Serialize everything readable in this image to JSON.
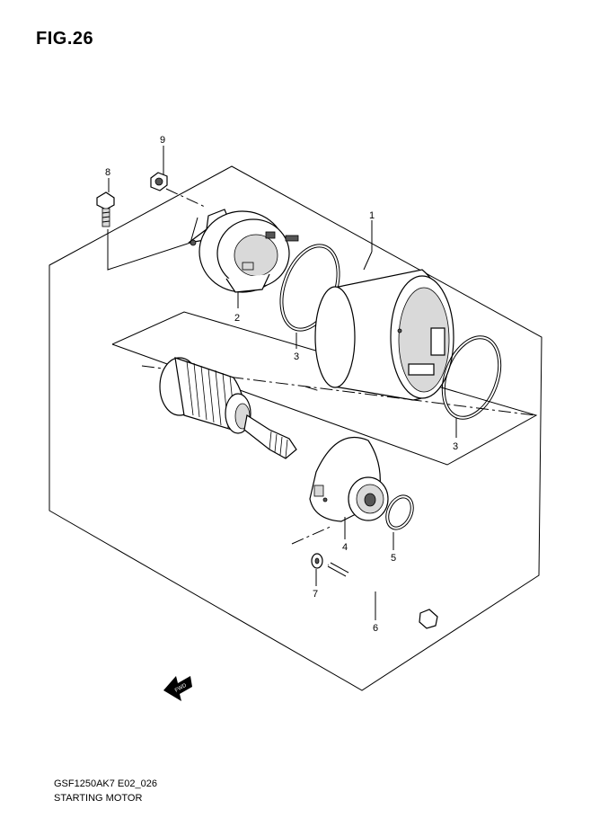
{
  "figure": {
    "label": "FIG.26"
  },
  "footer": {
    "code": "GSF1250AK7 E02_026",
    "title": "STARTING MOTOR"
  },
  "callouts": [
    "1",
    "2",
    "3",
    "3",
    "4",
    "5",
    "6",
    "7",
    "8",
    "9"
  ],
  "fwd_arrow": {
    "text": "FWD"
  }
}
